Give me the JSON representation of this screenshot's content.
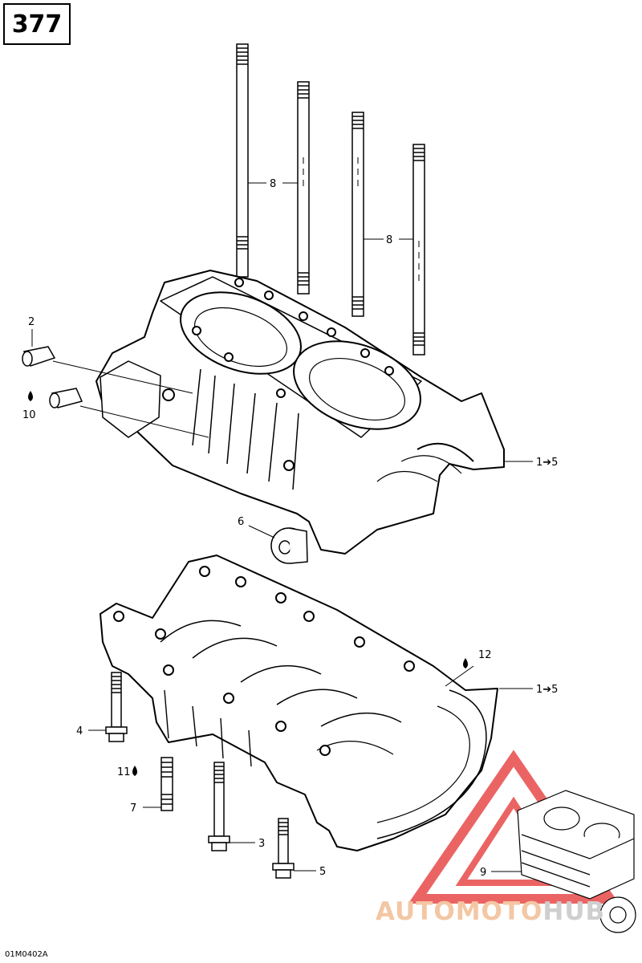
{
  "page_number": "377",
  "reference_code": "01M0402A",
  "watermark": {
    "part1": "AUTOMOTO",
    "part2": "HUB",
    "color_a": "#f3c7a4",
    "color_b": "#cfcfcf",
    "logo_color": "#e84a4a"
  },
  "callouts": [
    {
      "id": "callout-8a",
      "text": "8"
    },
    {
      "id": "callout-8b",
      "text": "8"
    },
    {
      "id": "callout-2",
      "text": "2"
    },
    {
      "id": "callout-10",
      "text": "10"
    },
    {
      "id": "callout-1-5a",
      "text": "1➔5"
    },
    {
      "id": "callout-6",
      "text": "6"
    },
    {
      "id": "callout-12",
      "text": "12"
    },
    {
      "id": "callout-1-5b",
      "text": "1➔5"
    },
    {
      "id": "callout-4",
      "text": "4"
    },
    {
      "id": "callout-11",
      "text": "11"
    },
    {
      "id": "callout-7",
      "text": "7"
    },
    {
      "id": "callout-3",
      "text": "3"
    },
    {
      "id": "callout-5",
      "text": "5"
    },
    {
      "id": "callout-9",
      "text": "9"
    }
  ]
}
